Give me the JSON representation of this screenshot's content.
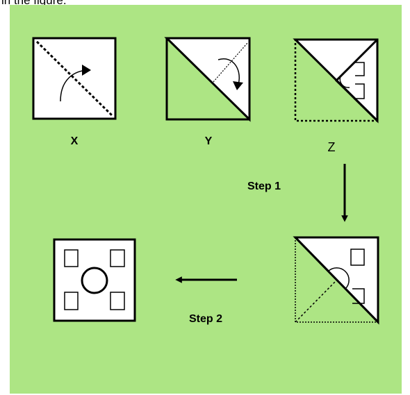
{
  "header": {
    "text": "in the figure."
  },
  "figure": {
    "background": "#ade584",
    "labels": {
      "x": "X",
      "y": "Y",
      "z": "Z"
    },
    "steps": {
      "step1": "Step 1",
      "step2": "Step 2"
    }
  }
}
